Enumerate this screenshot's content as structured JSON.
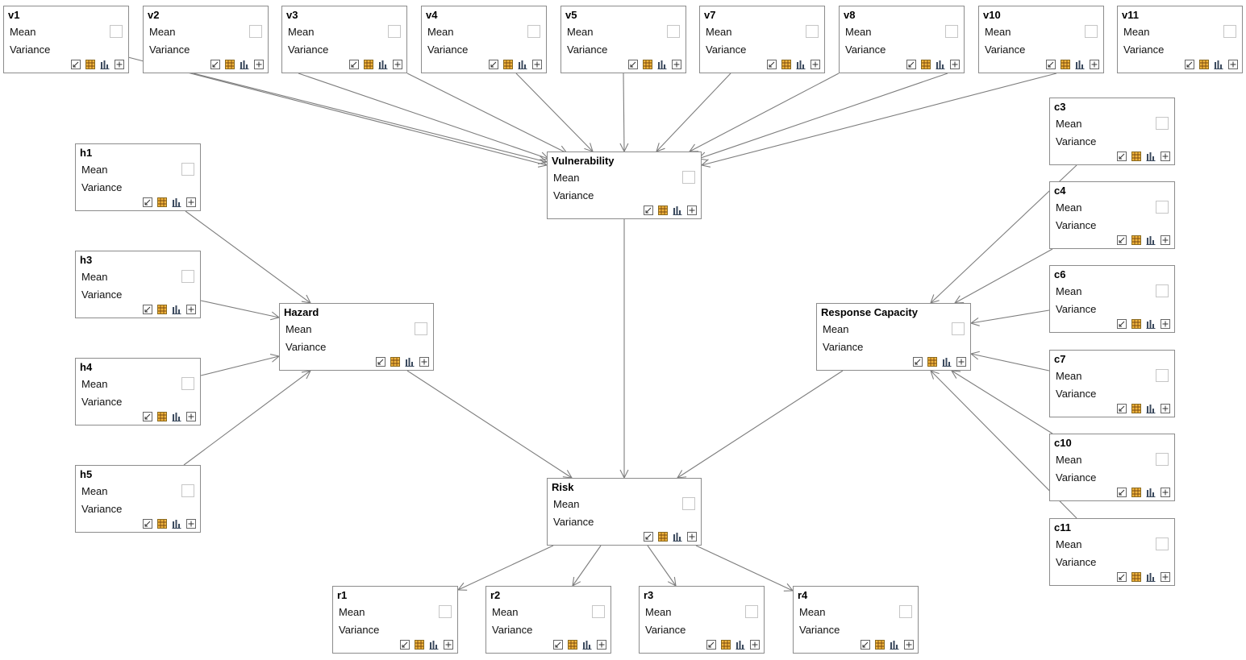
{
  "labels": {
    "mean": "Mean",
    "variance": "Variance"
  },
  "icons": [
    "edit-arrow-icon",
    "grid-table-icon",
    "bar-chart-icon",
    "expand-plus-icon"
  ],
  "colors": {
    "border": "#8c8c8c",
    "edge": "#7d7d7d",
    "grid_icon_fill": "#f0b43c"
  },
  "nodes": [
    {
      "id": "v1",
      "title": "v1"
    },
    {
      "id": "v2",
      "title": "v2"
    },
    {
      "id": "v3",
      "title": "v3"
    },
    {
      "id": "v4",
      "title": "v4"
    },
    {
      "id": "v5",
      "title": "v5"
    },
    {
      "id": "v7",
      "title": "v7"
    },
    {
      "id": "v8",
      "title": "v8"
    },
    {
      "id": "v10",
      "title": "v10"
    },
    {
      "id": "v11",
      "title": "v11"
    },
    {
      "id": "vul",
      "title": "Vulnerability"
    },
    {
      "id": "h1",
      "title": "h1"
    },
    {
      "id": "h3",
      "title": "h3"
    },
    {
      "id": "h4",
      "title": "h4"
    },
    {
      "id": "h5",
      "title": "h5"
    },
    {
      "id": "haz",
      "title": "Hazard"
    },
    {
      "id": "c3",
      "title": "c3"
    },
    {
      "id": "c4",
      "title": "c4"
    },
    {
      "id": "c6",
      "title": "c6"
    },
    {
      "id": "c7",
      "title": "c7"
    },
    {
      "id": "c10",
      "title": "c10"
    },
    {
      "id": "c11",
      "title": "c11"
    },
    {
      "id": "rc",
      "title": "Response Capacity"
    },
    {
      "id": "risk",
      "title": "Risk"
    },
    {
      "id": "r1",
      "title": "r1"
    },
    {
      "id": "r2",
      "title": "r2"
    },
    {
      "id": "r3",
      "title": "r3"
    },
    {
      "id": "r4",
      "title": "r4"
    }
  ],
  "edges": [
    [
      "v1",
      "vul"
    ],
    [
      "v2",
      "vul"
    ],
    [
      "v3",
      "vul"
    ],
    [
      "v4",
      "vul"
    ],
    [
      "v5",
      "vul"
    ],
    [
      "v7",
      "vul"
    ],
    [
      "v8",
      "vul"
    ],
    [
      "v10",
      "vul"
    ],
    [
      "v11",
      "vul"
    ],
    [
      "h1",
      "haz"
    ],
    [
      "h3",
      "haz"
    ],
    [
      "h4",
      "haz"
    ],
    [
      "h5",
      "haz"
    ],
    [
      "c3",
      "rc"
    ],
    [
      "c4",
      "rc"
    ],
    [
      "c6",
      "rc"
    ],
    [
      "c7",
      "rc"
    ],
    [
      "c10",
      "rc"
    ],
    [
      "c11",
      "rc"
    ],
    [
      "vul",
      "risk"
    ],
    [
      "haz",
      "risk"
    ],
    [
      "rc",
      "risk"
    ],
    [
      "risk",
      "r1"
    ],
    [
      "risk",
      "r2"
    ],
    [
      "risk",
      "r3"
    ],
    [
      "risk",
      "r4"
    ]
  ]
}
